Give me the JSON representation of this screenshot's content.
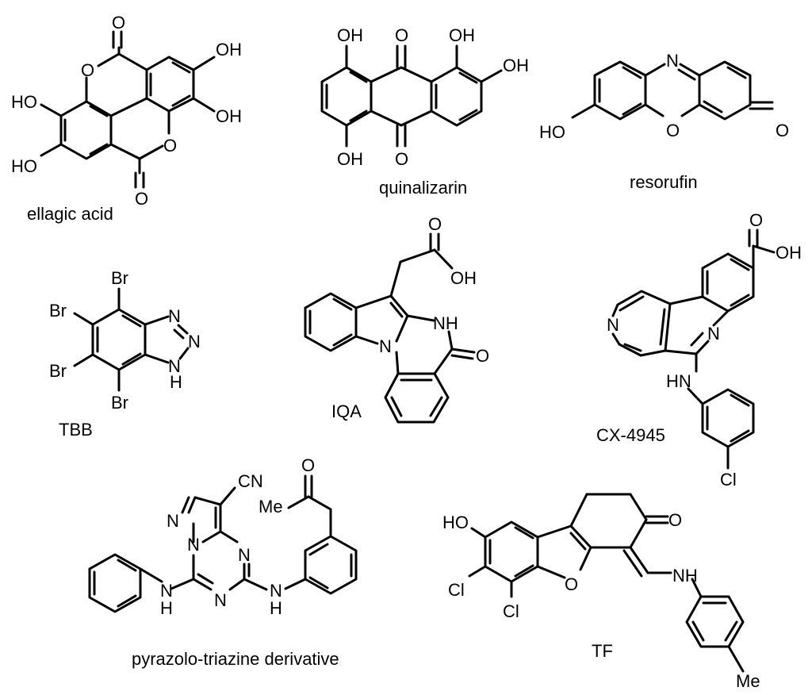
{
  "compounds": {
    "ellagic_acid": {
      "name": "ellagic acid",
      "atoms": {
        "o_top": "O",
        "o_ring_left": "O",
        "o_ring_right": "O",
        "o_bottom": "O",
        "oh_1": "OH",
        "oh_2": "OH",
        "ho_1": "HO",
        "ho_2": "HO"
      }
    },
    "quinalizarin": {
      "name": "quinalizarin",
      "atoms": {
        "oh_top_left": "OH",
        "o_top": "O",
        "oh_top_right": "OH",
        "oh_right": "OH",
        "oh_bottom_left": "OH",
        "o_bottom": "O"
      }
    },
    "resorufin": {
      "name": "resorufin",
      "atoms": {
        "n": "N",
        "ho": "HO",
        "o_ring": "O",
        "o_keto": "O"
      }
    },
    "tbb": {
      "name": "TBB",
      "atoms": {
        "br1": "Br",
        "br2": "Br",
        "br3": "Br",
        "br4": "Br",
        "n1": "N",
        "n2": "N",
        "n3": "N",
        "h": "H"
      }
    },
    "iqa": {
      "name": "IQA",
      "atoms": {
        "o": "O",
        "oh": "OH",
        "nh": "NH",
        "n": "N",
        "o_keto": "O"
      }
    },
    "cx4945": {
      "name": "CX-4945",
      "atoms": {
        "o": "O",
        "oh": "OH",
        "n_pyr": "N",
        "n": "N",
        "hn": "HN",
        "cl": "Cl"
      }
    },
    "pyrazolo_triazine": {
      "name": "pyrazolo-triazine derivative",
      "atoms": {
        "cn": "CN",
        "o": "O",
        "me": "Me",
        "n1": "N",
        "n2": "N",
        "n3": "N",
        "n4": "N",
        "h1": "H",
        "n5": "N",
        "h2": "H",
        "n6": "N"
      }
    },
    "tf": {
      "name": "TF",
      "atoms": {
        "ho": "HO",
        "o_keto": "O",
        "cl1": "Cl",
        "o_ring": "O",
        "nh": "NH",
        "cl2": "Cl",
        "me": "Me"
      }
    }
  }
}
